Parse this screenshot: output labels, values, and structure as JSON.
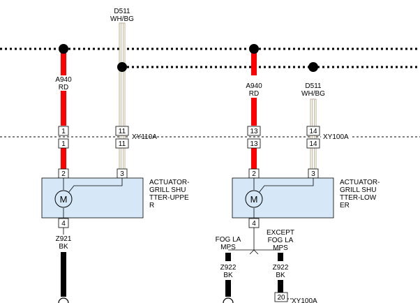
{
  "diagram": {
    "wires": {
      "d511_top": {
        "circuit": "D511",
        "color": "WH/BG"
      },
      "a940_left": {
        "circuit": "A940",
        "color": "RD"
      },
      "a940_right": {
        "circuit": "A940",
        "color": "RD"
      },
      "d511_right": {
        "circuit": "D511",
        "color": "WH/BG"
      },
      "z921": {
        "circuit": "Z921",
        "color": "BK"
      },
      "z922_left": {
        "circuit": "Z922",
        "color": "BK"
      },
      "z922_right": {
        "circuit": "Z922",
        "color": "BK"
      }
    },
    "connectors": {
      "xy110a": "XY110A",
      "xy100a": "XY100A",
      "xy100a_bottom": "XY100A"
    },
    "pins": {
      "left_a940_upper": "1",
      "left_a940_lower": "1",
      "left_d511_upper": "11",
      "left_d511_lower": "11",
      "right_a940_upper": "13",
      "right_a940_lower": "13",
      "right_d511_upper": "14",
      "right_d511_lower": "14",
      "upper_actuator_in": "2",
      "upper_actuator_sig": "3",
      "upper_actuator_gnd": "4",
      "lower_actuator_in": "2",
      "lower_actuator_sig": "3",
      "lower_actuator_gnd": "4",
      "bottom_connector_pin": "20"
    },
    "components": {
      "upper_actuator": {
        "label_lines": [
          "ACTUATOR-",
          "GRILL SHU",
          "TTER-UPPE",
          "R"
        ],
        "motor_symbol": "M"
      },
      "lower_actuator": {
        "label_lines": [
          "ACTUATOR-",
          "GRILL SHU",
          "TTER-LOW",
          "ER"
        ],
        "motor_symbol": "M"
      }
    },
    "options": {
      "fog_lamps": [
        "FOG LA",
        "MPS"
      ],
      "except_fog_lamps": [
        "EXCEPT",
        "FOG LA",
        "MPS"
      ]
    },
    "colors": {
      "red_wire": "#ff0000",
      "black_wire": "#000000",
      "component_fill": "#d6e8f7",
      "wire_tan": "#c8b48c"
    },
    "icons": {
      "motor": "motor-symbol",
      "splice": "splice-dot",
      "ground": "ground-symbol"
    }
  }
}
